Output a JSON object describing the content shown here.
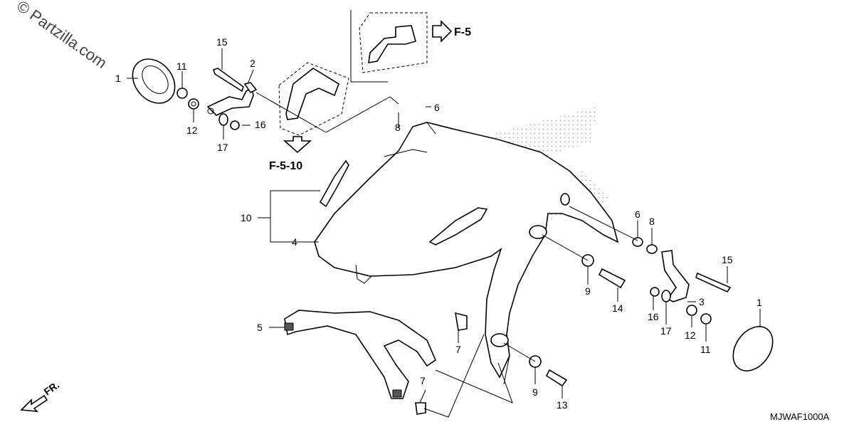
{
  "watermark": "© Partzilla.com",
  "diagram_code": "MJWAF1000A",
  "front_indicator": "FR.",
  "references": {
    "top_inset": "F-5",
    "left_bracket": "F-5-10"
  },
  "callouts": [
    {
      "key": "1_left",
      "text": "1"
    },
    {
      "key": "11_left",
      "text": "11"
    },
    {
      "key": "15_left",
      "text": "15"
    },
    {
      "key": "2",
      "text": "2"
    },
    {
      "key": "12_left",
      "text": "12"
    },
    {
      "key": "16_left",
      "text": "16"
    },
    {
      "key": "17_left",
      "text": "17"
    },
    {
      "key": "8_top",
      "text": "8"
    },
    {
      "key": "6_top",
      "text": "6"
    },
    {
      "key": "10",
      "text": "10"
    },
    {
      "key": "4",
      "text": "4"
    },
    {
      "key": "5",
      "text": "5"
    },
    {
      "key": "7_mid",
      "text": "7"
    },
    {
      "key": "7_low",
      "text": "7"
    },
    {
      "key": "9_mid",
      "text": "9"
    },
    {
      "key": "14",
      "text": "14"
    },
    {
      "key": "9_low",
      "text": "9"
    },
    {
      "key": "13",
      "text": "13"
    },
    {
      "key": "6_right",
      "text": "6"
    },
    {
      "key": "8_right",
      "text": "8"
    },
    {
      "key": "15_right",
      "text": "15"
    },
    {
      "key": "3",
      "text": "3"
    },
    {
      "key": "16_right",
      "text": "16"
    },
    {
      "key": "17_right",
      "text": "17"
    },
    {
      "key": "12_right",
      "text": "12"
    },
    {
      "key": "11_right",
      "text": "11"
    },
    {
      "key": "1_right",
      "text": "1"
    }
  ]
}
